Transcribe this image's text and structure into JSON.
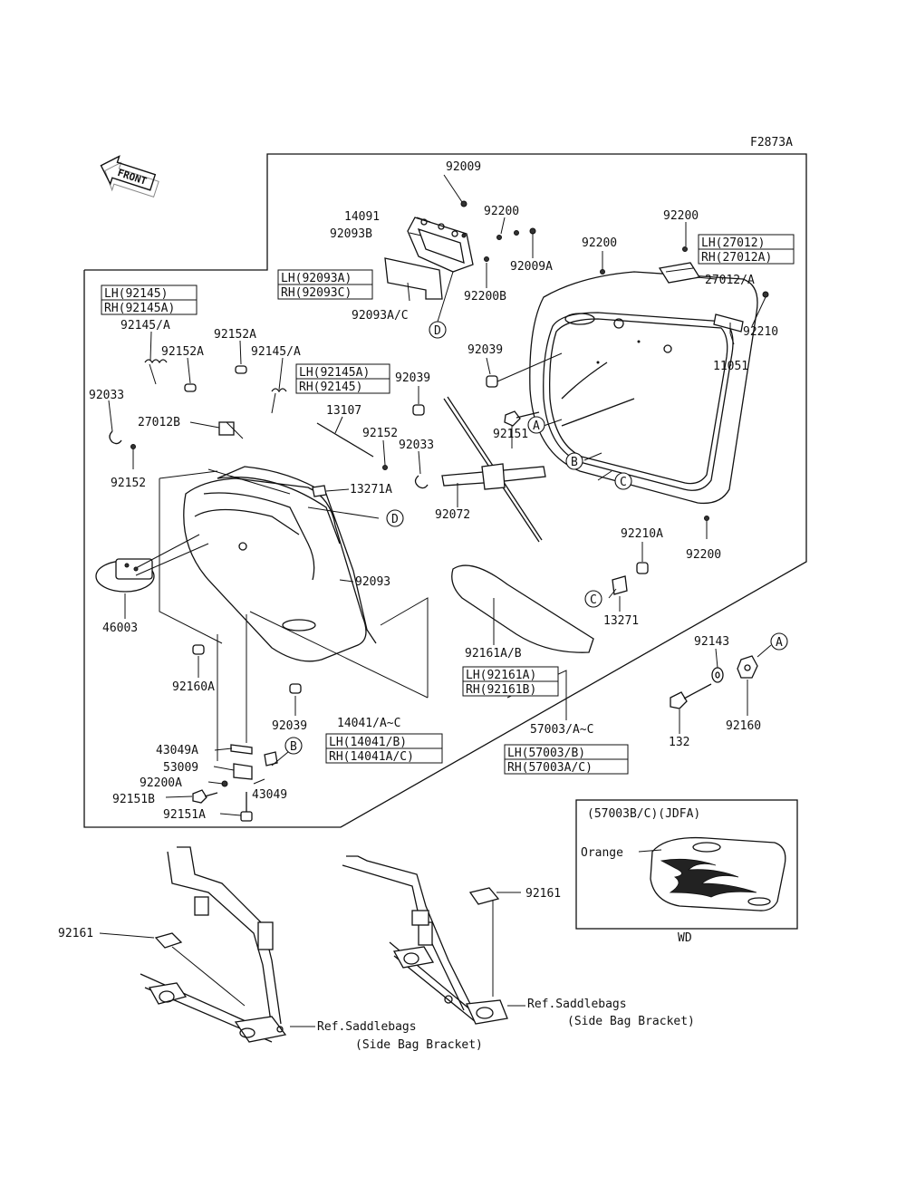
{
  "figure_code": "F2873A",
  "front_label": "FRONT",
  "labels": [
    {
      "id": "92009_top",
      "text": "92009"
    },
    {
      "id": "14091",
      "text": "14091"
    },
    {
      "id": "92093B",
      "text": "92093B"
    },
    {
      "id": "92200_a",
      "text": "92200"
    },
    {
      "id": "92009A",
      "text": "92009A"
    },
    {
      "id": "92200B",
      "text": "92200B"
    },
    {
      "id": "92093AC",
      "text": "92093A/C"
    },
    {
      "id": "92200_b",
      "text": "92200"
    },
    {
      "id": "92200_c",
      "text": "92200"
    },
    {
      "id": "27012A_c",
      "text": "27012/A"
    },
    {
      "id": "92210",
      "text": "92210"
    },
    {
      "id": "11051",
      "text": "11051"
    },
    {
      "id": "92145A_l",
      "text": "92145/A"
    },
    {
      "id": "92152A_l",
      "text": "92152A"
    },
    {
      "id": "92152A_r",
      "text": "92152A"
    },
    {
      "id": "92145A_r",
      "text": "92145/A"
    },
    {
      "id": "92039_a",
      "text": "92039"
    },
    {
      "id": "92039_b",
      "text": "92039"
    },
    {
      "id": "92033_l",
      "text": "92033"
    },
    {
      "id": "27012B",
      "text": "27012B"
    },
    {
      "id": "13107",
      "text": "13107"
    },
    {
      "id": "92152_m",
      "text": "92152"
    },
    {
      "id": "92033_m",
      "text": "92033"
    },
    {
      "id": "92151",
      "text": "92151"
    },
    {
      "id": "92152_l",
      "text": "92152"
    },
    {
      "id": "13271A",
      "text": "13271A"
    },
    {
      "id": "92072",
      "text": "92072"
    },
    {
      "id": "92210A",
      "text": "92210A"
    },
    {
      "id": "92200_d",
      "text": "92200"
    },
    {
      "id": "92093",
      "text": "92093"
    },
    {
      "id": "13271",
      "text": "13271"
    },
    {
      "id": "46003",
      "text": "46003"
    },
    {
      "id": "92161AB",
      "text": "92161A/B"
    },
    {
      "id": "92143",
      "text": "92143"
    },
    {
      "id": "92160A",
      "text": "92160A"
    },
    {
      "id": "92160",
      "text": "92160"
    },
    {
      "id": "92039_c",
      "text": "92039"
    },
    {
      "id": "14041AC",
      "text": "14041/A~C"
    },
    {
      "id": "57003AC",
      "text": "57003/A~C"
    },
    {
      "id": "132",
      "text": "132"
    },
    {
      "id": "43049A",
      "text": "43049A"
    },
    {
      "id": "53009",
      "text": "53009"
    },
    {
      "id": "92200A",
      "text": "92200A"
    },
    {
      "id": "92151B",
      "text": "92151B"
    },
    {
      "id": "43049",
      "text": "43049"
    },
    {
      "id": "92151A",
      "text": "92151A"
    },
    {
      "id": "92161_l",
      "text": "92161"
    },
    {
      "id": "92161_r",
      "text": "92161"
    },
    {
      "id": "ref_l",
      "text": "Ref.Saddlebags"
    },
    {
      "id": "ref_l2",
      "text": "(Side Bag Bracket)"
    },
    {
      "id": "ref_r",
      "text": "Ref.Saddlebags"
    },
    {
      "id": "ref_r2",
      "text": "(Side Bag Bracket)"
    },
    {
      "id": "inset_title",
      "text": "(57003B/C)(JDFA)"
    },
    {
      "id": "orange",
      "text": "Orange"
    },
    {
      "id": "wd",
      "text": "WD"
    }
  ],
  "callouts": [
    {
      "id": "cA1",
      "letter": "A"
    },
    {
      "id": "cA2",
      "letter": "A"
    },
    {
      "id": "cB1",
      "letter": "B"
    },
    {
      "id": "cB2",
      "letter": "B"
    },
    {
      "id": "cC1",
      "letter": "C"
    },
    {
      "id": "cC2",
      "letter": "C"
    },
    {
      "id": "cD1",
      "letter": "D"
    },
    {
      "id": "cD2",
      "letter": "D"
    }
  ],
  "lhrh_boxes": [
    {
      "id": "b27012",
      "lh": "LH(27012)",
      "rh": "RH(27012A)"
    },
    {
      "id": "b92093",
      "lh": "LH(92093A)",
      "rh": "RH(92093C)"
    },
    {
      "id": "b92145l",
      "lh": "LH(92145)",
      "rh": "RH(92145A)"
    },
    {
      "id": "b92145r",
      "lh": "LH(92145A)",
      "rh": "RH(92145)"
    },
    {
      "id": "b92161",
      "lh": "LH(92161A)",
      "rh": "RH(92161B)"
    },
    {
      "id": "b14041",
      "lh": "LH(14041/B)",
      "rh": "RH(14041A/C)"
    },
    {
      "id": "b57003",
      "lh": "LH(57003/B)",
      "rh": "RH(57003A/C)"
    }
  ]
}
